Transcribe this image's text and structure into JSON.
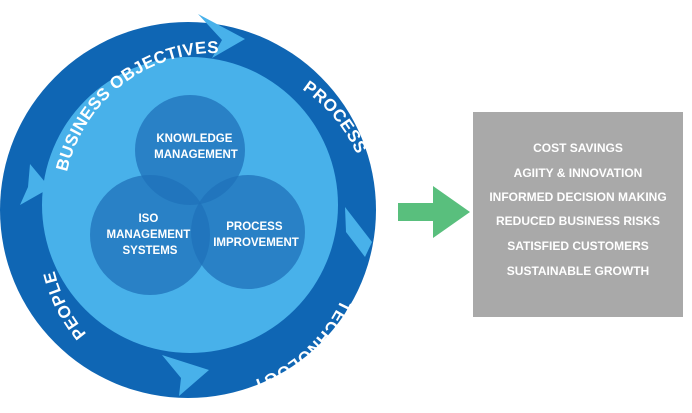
{
  "ring_labels": {
    "top_left": "BUSINESS OBJECTIVES",
    "top_right": "PROCESS",
    "bottom_right": "TECHNOLOGY",
    "left": "PEOPLE"
  },
  "venn": {
    "top": [
      "KNOWLEDGE",
      "MANAGEMENT"
    ],
    "left": [
      "ISO",
      "MANAGEMENT",
      "SYSTEMS"
    ],
    "right": [
      "PROCESS",
      "IMPROVEMENT"
    ]
  },
  "outcomes": [
    "COST SAVINGS",
    "AGIITY & INNOVATION",
    "INFORMED DECISION MAKING",
    "REDUCED BUSINESS RISKS",
    "SATISFIED CUSTOMERS",
    "SUSTAINABLE GROWTH"
  ],
  "colors": {
    "outer_ring": "#0f66b4",
    "inner_disc": "#48b1ea",
    "venn_circle": "#1f72ba",
    "arrow_chevron": "#48b1ea",
    "green_arrow": "#59bf7d",
    "outcome_box": "#a9a9a9",
    "text": "#ffffff"
  }
}
